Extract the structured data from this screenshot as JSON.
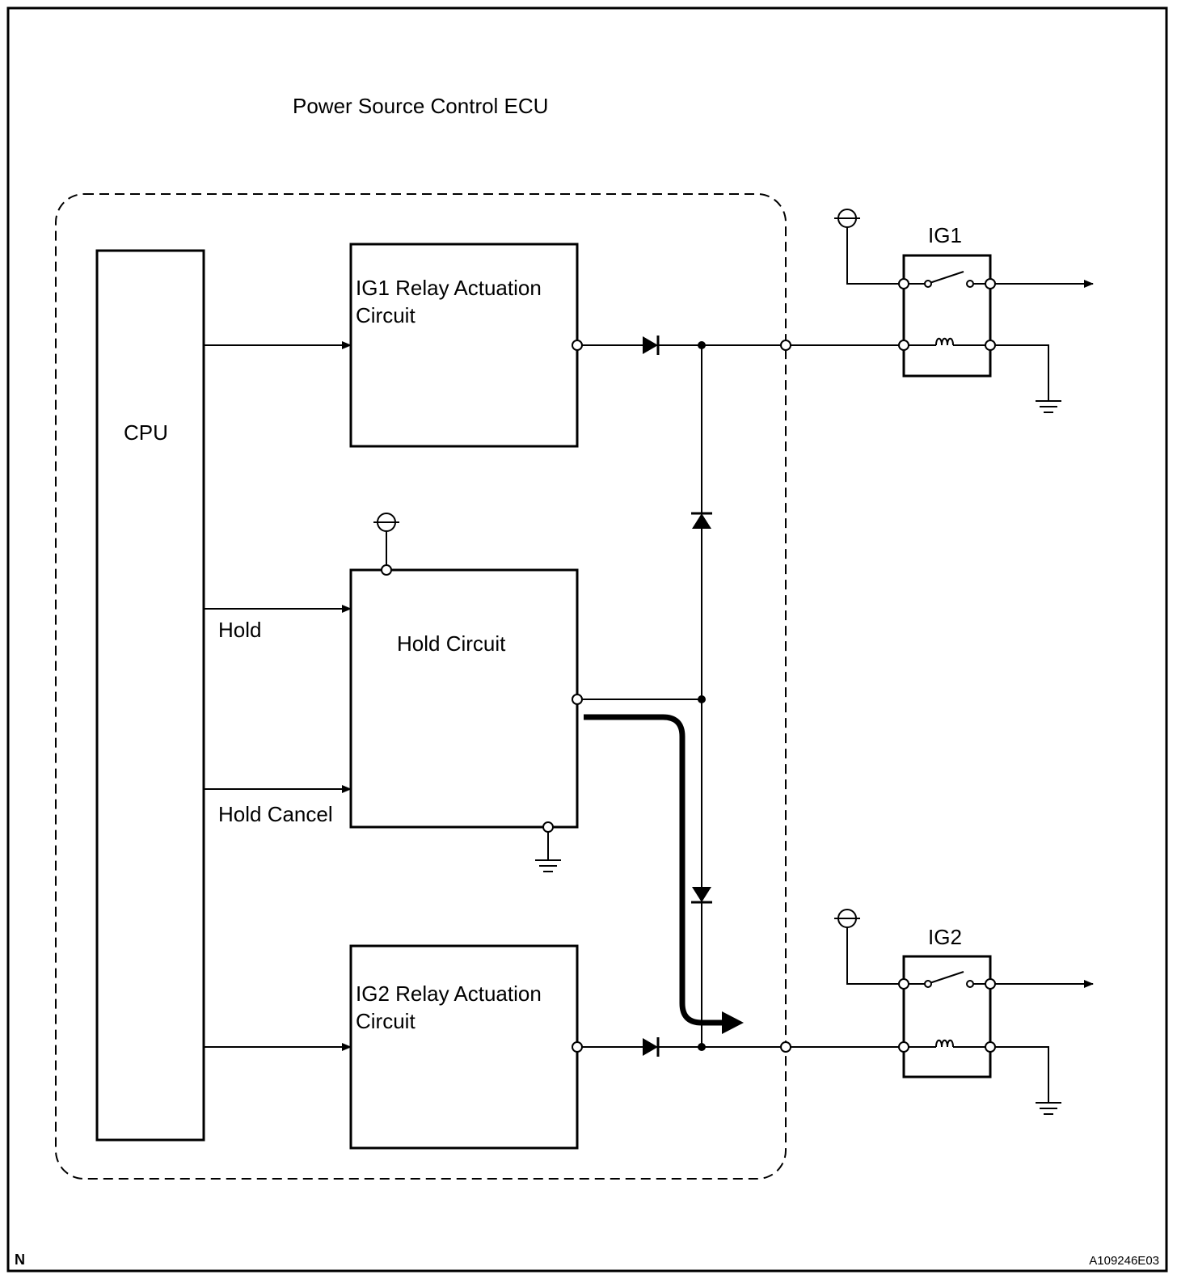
{
  "title": "Power Source Control ECU",
  "cpu_label": "CPU",
  "ig1_circuit": [
    "IG1 Relay Actuation",
    "Circuit"
  ],
  "hold_circuit": "Hold Circuit",
  "ig2_circuit": [
    "IG2 Relay Actuation",
    "Circuit"
  ],
  "signals": {
    "hold": "Hold",
    "hold_cancel": "Hold Cancel"
  },
  "relays": {
    "ig1": "IG1",
    "ig2": "IG2"
  },
  "corner_left": "N",
  "figure_code": "A109246E03"
}
